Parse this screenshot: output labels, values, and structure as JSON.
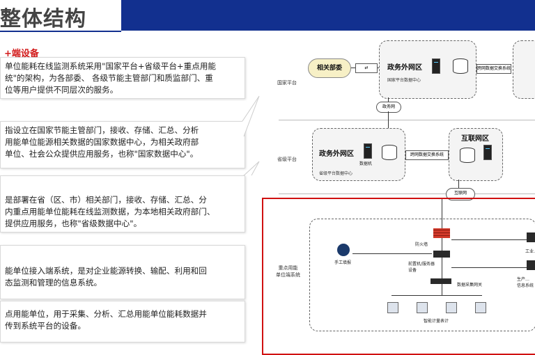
{
  "header": {
    "title": "整体结构"
  },
  "left": {
    "heading1": "+端设备",
    "box1": "单位能耗在线监测系统采用\"国家平台+省级平台+重点用能\n统\"的架构，为各部委、 各级节能主管部门和质监部门、重\n位等用户提供不同层次的服务。",
    "box2": "指设立在国家节能主管部门，接收、存储、汇总、分析\n用能单位能源相关数据的国家数据中心，为相关政府部\n单位、社会公众提供应用服务，也称\"国家数据中心\"。",
    "box3": "是部署在省（区、市）相关部门，接收、存储、汇总、分\n内重点用能单位能耗在线监测数据，为本地相关政府部门、\n提供应用服务，也称\"省级数据中心\"。",
    "box4": "能单位接入端系统，是对企业能源转换、输配、利用和回\n态监测和管理的信息系统。",
    "box5": "点用能单位，用于采集、分析、汇总用能单位能耗数据并\n传到系统平台的设备。"
  },
  "diagram": {
    "lanes": {
      "national": "国家平台",
      "provincial": "省级平台",
      "enterprise": "重点用能\n单位端系统"
    },
    "related_dept": "相关部委",
    "gov_net_top": "政务外网区",
    "gov_net_top_sub": "国家平台数据中心",
    "exchange": "跨网数据交换系统",
    "gov_cloud": "政务网",
    "gov_net_mid": "政务外网区",
    "gov_net_mid_sub": "省级平台数据中心",
    "db_machine": "数据机",
    "internet_zone": "互联网区",
    "internet_cloud": "互联网",
    "firewall": "防火墙",
    "terminal": "前置机/服务器设备",
    "manual": "手工填报",
    "collector": "数据采集网关",
    "meters": "智能计量表计",
    "side1": "工业…",
    "side2": "生产…\n信息系统"
  }
}
